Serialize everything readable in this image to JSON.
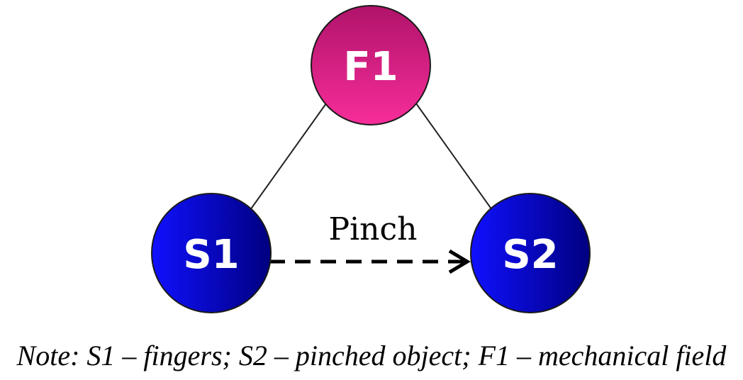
{
  "diagram": {
    "nodes": {
      "f1": {
        "label": "F1"
      },
      "s1": {
        "label": "S1"
      },
      "s2": {
        "label": "S2"
      }
    },
    "edges": {
      "pinch": {
        "label": "Pinch"
      }
    }
  },
  "colors": {
    "field_gradient_top": "#b0136a",
    "field_gradient_bottom": "#f72d9a",
    "substance_gradient_light": "#1010ff",
    "substance_gradient_dark": "#000080",
    "edge_stroke": "#222222"
  },
  "note": "Note: S1 – fingers; S2 – pinched object; F1 – mechanical field"
}
